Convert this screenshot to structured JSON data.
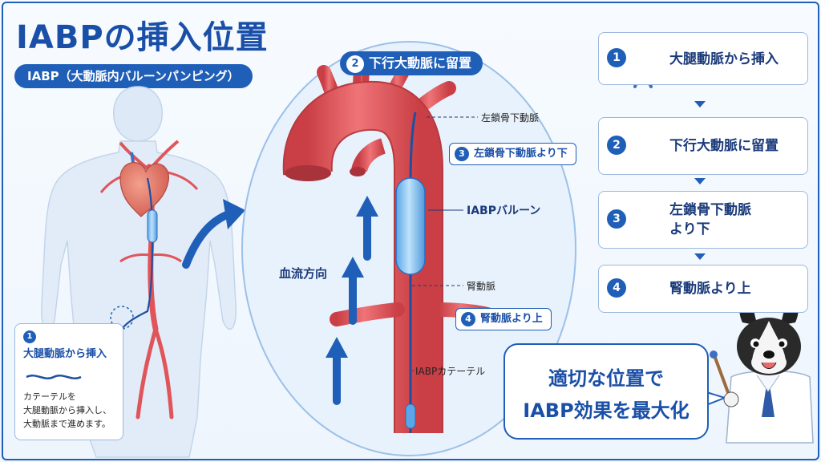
{
  "header": {
    "title": "IABPの挿入位置",
    "subtitle": "IABP（大動脈内バルーンパンピング）"
  },
  "center": {
    "heading_num": "2",
    "heading": "下行大動脈に留置",
    "label_subclavian": "左鎖骨下動脈",
    "tag3_num": "3",
    "tag3": "左鎖骨下動脈より下",
    "label_balloon": "IABPバルーン",
    "label_renal": "腎動脈",
    "tag4_num": "4",
    "tag4": "腎動脈より上",
    "label_catheter": "IABPカテーテル",
    "label_flow": "血流方向"
  },
  "card": {
    "num": "1",
    "title": "大腿動脈から挿入",
    "desc_1": "カテーテルを",
    "desc_2": "大腿動脈から挿入し、",
    "desc_3": "大動脈まで進めます。"
  },
  "steps": [
    {
      "num": "1",
      "line1": "大腿動脈から挿入",
      "line2": "",
      "icon": "femoral-artery-icon"
    },
    {
      "num": "2",
      "line1": "下行大動脈に留置",
      "line2": "",
      "icon": "aorta-icon"
    },
    {
      "num": "3",
      "line1": "左鎖骨下動脈",
      "line2": "より下",
      "icon": "artery-branch-icon"
    },
    {
      "num": "4",
      "line1": "腎動脈より上",
      "line2": "",
      "icon": "kidney-icon"
    }
  ],
  "bubble": {
    "line1": "適切な位置で",
    "line2": "IABP効果を最大化"
  },
  "colors": {
    "brand_blue": "#1f5fb8",
    "artery_red": "#e4575a",
    "balloon_blue": "#8cc6f2"
  }
}
